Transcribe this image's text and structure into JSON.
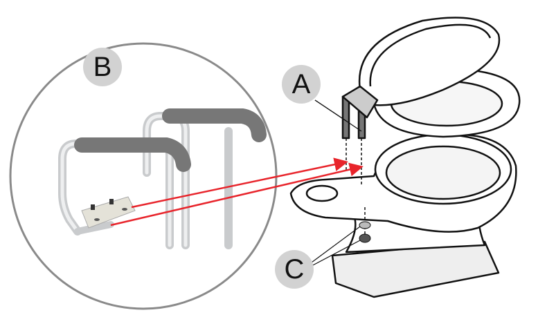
{
  "labels": {
    "a": "A",
    "b": "B",
    "c": "C"
  },
  "colors": {
    "arrow": "#e8242b",
    "label_bg": "#d2d2d2",
    "circle": "#8a8a8a",
    "padding": "#777777",
    "frame": "#d8dadc"
  }
}
